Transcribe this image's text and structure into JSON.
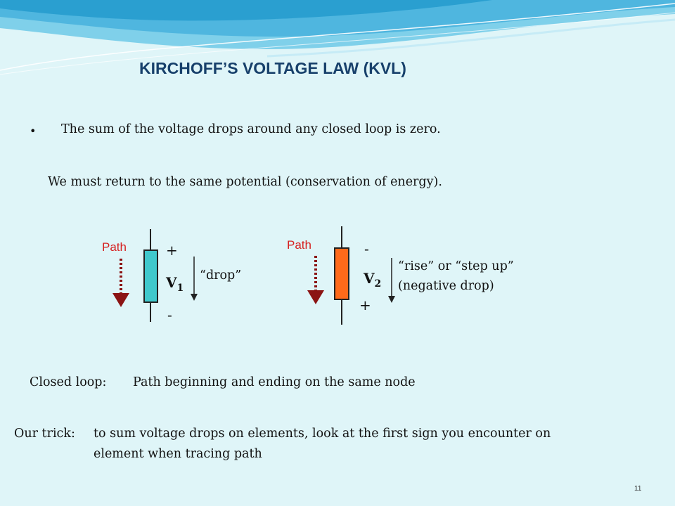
{
  "slide": {
    "title": "KIRCHOFF’S VOLTAGE LAW (KVL)",
    "bullet_1": "The sum of the voltage drops around any closed loop is zero.",
    "sub_1": "We must return to the same potential (conservation of energy).",
    "page_number": "11"
  },
  "figure_left": {
    "path_label": "Path",
    "top_sign": "+",
    "bottom_sign": "-",
    "voltage_symbol": "V",
    "voltage_subscript": "1",
    "annotation": "“drop”",
    "colors": {
      "element": "#40c8cc",
      "arrow": "#8b1414"
    }
  },
  "figure_right": {
    "path_label": "Path",
    "top_sign": "-",
    "bottom_sign": "+",
    "voltage_symbol": "V",
    "voltage_subscript": "2",
    "annotation_line_1": "“rise” or “step up”",
    "annotation_line_2": "(negative drop)",
    "colors": {
      "element": "#ff6a1a",
      "arrow": "#8b1414"
    }
  },
  "closed_loop": {
    "label": "Closed loop:",
    "definition": "Path beginning and ending on the same node"
  },
  "trick": {
    "label": "Our trick:",
    "line_1": "to sum voltage drops on elements, look at the first sign you encounter on",
    "line_2": "element when tracing path"
  }
}
